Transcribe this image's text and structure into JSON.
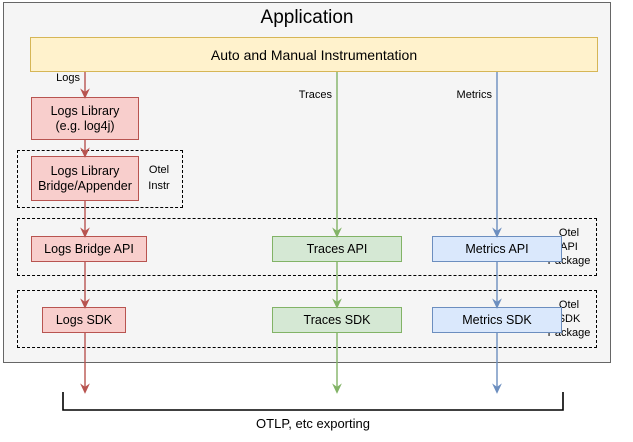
{
  "diagram": {
    "title": "Application",
    "instrumentation": {
      "label": "Auto and Manual Instrumentation",
      "fill": "#fff2cc",
      "stroke": "#d6b656"
    },
    "signals": [
      {
        "name": "logs",
        "label": "Logs",
        "color": "#b85450"
      },
      {
        "name": "traces",
        "label": "Traces",
        "color": "#82b366"
      },
      {
        "name": "metrics",
        "label": "Metrics",
        "color": "#6c8ebf"
      }
    ],
    "nodes": {
      "logs_library": "Logs Library\n(e.g. log4j)",
      "logs_library_line1": "Logs Library",
      "logs_library_line2": "(e.g. log4j)",
      "logs_bridge_appender_line1": "Logs Library",
      "logs_bridge_appender_line2": "Bridge/Appender",
      "logs_bridge_api": "Logs Bridge API",
      "traces_api": "Traces API",
      "metrics_api": "Metrics API",
      "logs_sdk": "Logs SDK",
      "traces_sdk": "Traces SDK",
      "metrics_sdk": "Metrics SDK"
    },
    "groups": {
      "otel_instr_line1": "Otel",
      "otel_instr_line2": "Instr",
      "otel_api_line1": "Otel",
      "otel_api_line2": "API",
      "otel_api_line3": "Package",
      "otel_sdk_line1": "Otel",
      "otel_sdk_line2": "SDK",
      "otel_sdk_line3": "Package"
    },
    "export": {
      "label": "OTLP, etc exporting"
    },
    "colors": {
      "red_fill": "#f8cecc",
      "red_stroke": "#b85450",
      "green_fill": "#d5e8d4",
      "green_stroke": "#82b366",
      "blue_fill": "#dae8fc",
      "blue_stroke": "#6c8ebf",
      "frame_bg": "#f5f5f5",
      "frame_stroke": "#666666",
      "page_bg": "#ffffff"
    }
  }
}
